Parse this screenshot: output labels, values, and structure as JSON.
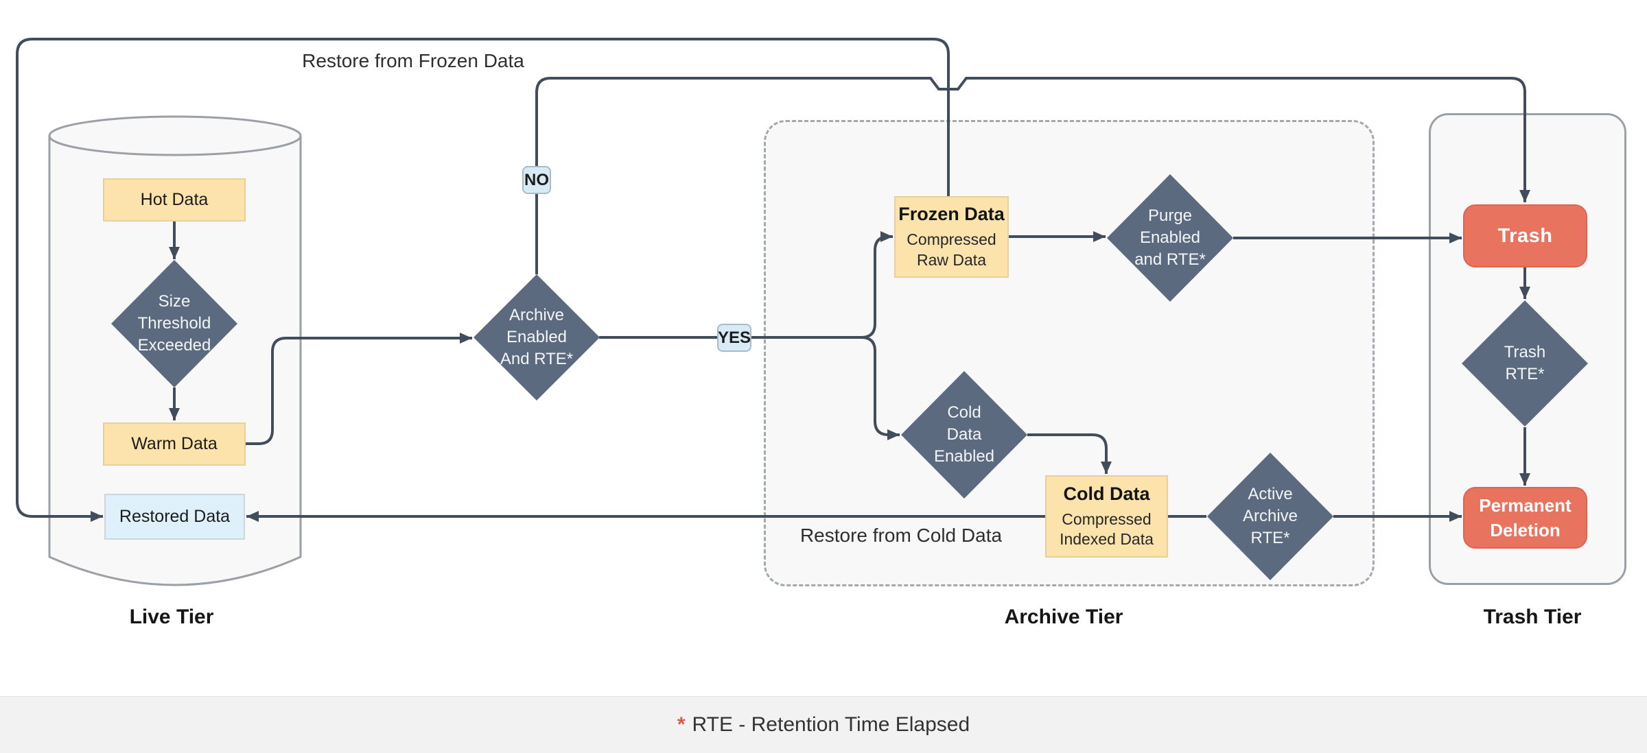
{
  "palette": {
    "wire": "#424d5c",
    "yellow_fill": "#fce3ab",
    "yellow_border": "#e9cf9b",
    "diamond_slate": "#5b6a7e",
    "salmon_fill": "#e8735e",
    "salmon_border": "#df6450",
    "restored_fill": "#def0fa",
    "badge_fill": "#d8eaf6",
    "tier_fill": "#f8f8f8",
    "tier_border": "#9aa0a5",
    "footer_bg": "#f2f2f2",
    "asterisk_red": "#d95b43"
  },
  "tiers": {
    "live": {
      "label": "Live Tier"
    },
    "archive": {
      "label": "Archive Tier"
    },
    "trash": {
      "label": "Trash Tier"
    }
  },
  "nodes": {
    "hot": {
      "label": "Hot Data"
    },
    "size_threshold": {
      "label": "Size\nThreshold\nExceeded"
    },
    "warm": {
      "label": "Warm Data"
    },
    "restored": {
      "label": "Restored Data"
    },
    "archive_enabled": {
      "label": "Archive\nEnabled\nAnd RTE*"
    },
    "frozen": {
      "title": "Frozen Data",
      "subtitle": "Compressed\nRaw Data"
    },
    "purge_enabled": {
      "label": "Purge\nEnabled\nand RTE*"
    },
    "cold_enabled": {
      "label": "Cold\nData\nEnabled"
    },
    "cold": {
      "title": "Cold Data",
      "subtitle": "Compressed\nIndexed Data"
    },
    "active_archive": {
      "label": "Active\nArchive\nRTE*"
    },
    "trash": {
      "label": "Trash"
    },
    "trash_rte": {
      "label": "Trash\nRTE*"
    },
    "permanent_deletion": {
      "label": "Permanent\nDeletion"
    }
  },
  "edge_labels": {
    "no": "NO",
    "yes": "YES",
    "restore_frozen": "Restore from Frozen Data",
    "restore_cold": "Restore from Cold Data"
  },
  "footer": {
    "asterisk": "*",
    "note": "RTE - Retention Time Elapsed"
  }
}
